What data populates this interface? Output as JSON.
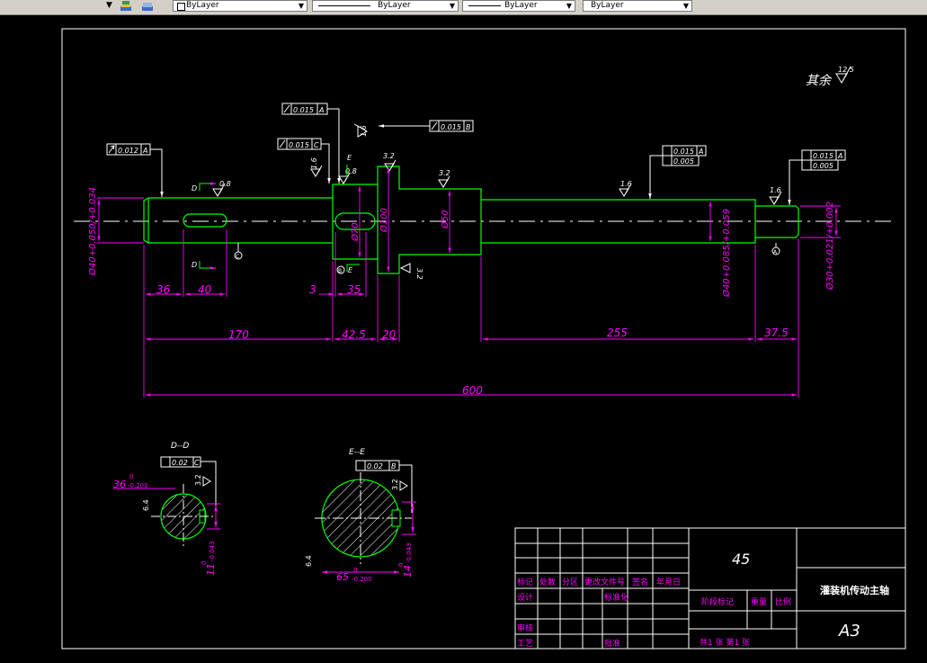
{
  "toolbar": {
    "layer_combo": "ByLayer",
    "linetype_combo": "ByLayer",
    "lineweight_combo": "ByLayer",
    "plotstyle_combo": "ByLayer"
  },
  "drawing": {
    "remaining_roughness_label": "其余",
    "remaining_roughness": "12.5",
    "roughness": {
      "r1": "0.8",
      "r2": "0.8",
      "r3": "1.6",
      "r4": "1.6",
      "r5": "3.2",
      "r6": "3.2",
      "r7": "1.6",
      "r8": "1.6",
      "r9": "0.8",
      "r10": "3.2",
      "r11": "1.6"
    },
    "tolerance": {
      "t1": "0.012",
      "t1r": "A",
      "t2": "0.015",
      "t2r": "A",
      "t3": "0.015",
      "t3r": "C",
      "t4": "0.015",
      "t4r": "B",
      "t5a": "0.015",
      "t5ar": "A",
      "t5b": "0.005",
      "t6a": "0.015",
      "t6ar": "A",
      "t6b": "0.005",
      "t7": "0.02",
      "t7r": "C",
      "t8": "0.02",
      "t8r": "B"
    },
    "section_marks": {
      "d_top": "D",
      "d_bot": "D",
      "e_top": "E",
      "e_bot": "E",
      "datum_c1": "C",
      "datum_c2": "C",
      "datum_b": "B",
      "datum_a": "A"
    },
    "dims": {
      "d36": "36",
      "d40": "40",
      "d3": "3",
      "d35": "35",
      "d170": "170",
      "d425": "42.5",
      "d20": "20",
      "d255": "255",
      "d375": "37.5",
      "d600": "600",
      "dia40_left": "Ø40+0.050/+0.034",
      "dia70": "Ø70",
      "dia100": "Ø100",
      "dia50": "Ø50",
      "dia40_right": "Ø40+0.085/+0.059",
      "dia30": "Ø30+0.021/+0.002"
    },
    "section_dd": {
      "title": "D--D",
      "dim_top": "36",
      "dim_top_tol": "-0.200",
      "dim_top_up": "0",
      "dim_side": "11",
      "dim_side_tol": "-0.043",
      "dim_side_up": "0",
      "rough": "3.2",
      "rough2": "6.4"
    },
    "section_ee": {
      "title": "E--E",
      "dim_bot": "65",
      "dim_bot_tol": "-0.200",
      "dim_bot_up": "0",
      "dim_side": "14",
      "dim_side_tol": "-0.043",
      "dim_side_up": "0",
      "rough": "3.2",
      "rough2": "6.4"
    }
  },
  "title_block": {
    "material": "45",
    "part_name": "灌装机传动主轴",
    "sheet_size": "A3",
    "row_labels": [
      "标记",
      "处数",
      "分区",
      "更改文件号",
      "签名",
      "年月日"
    ],
    "design": "设计",
    "standardize": "标准化",
    "stage_mark": "阶段标记",
    "weight": "重量",
    "scale": "比例",
    "review": "审核",
    "process": "工艺",
    "approve": "批准",
    "sheets": "共1 张 第1 张"
  },
  "colors": {
    "geometry": "#00ff00",
    "dims": "#ff00ff",
    "frame": "#ffffff",
    "centerline": "#ffffff"
  }
}
